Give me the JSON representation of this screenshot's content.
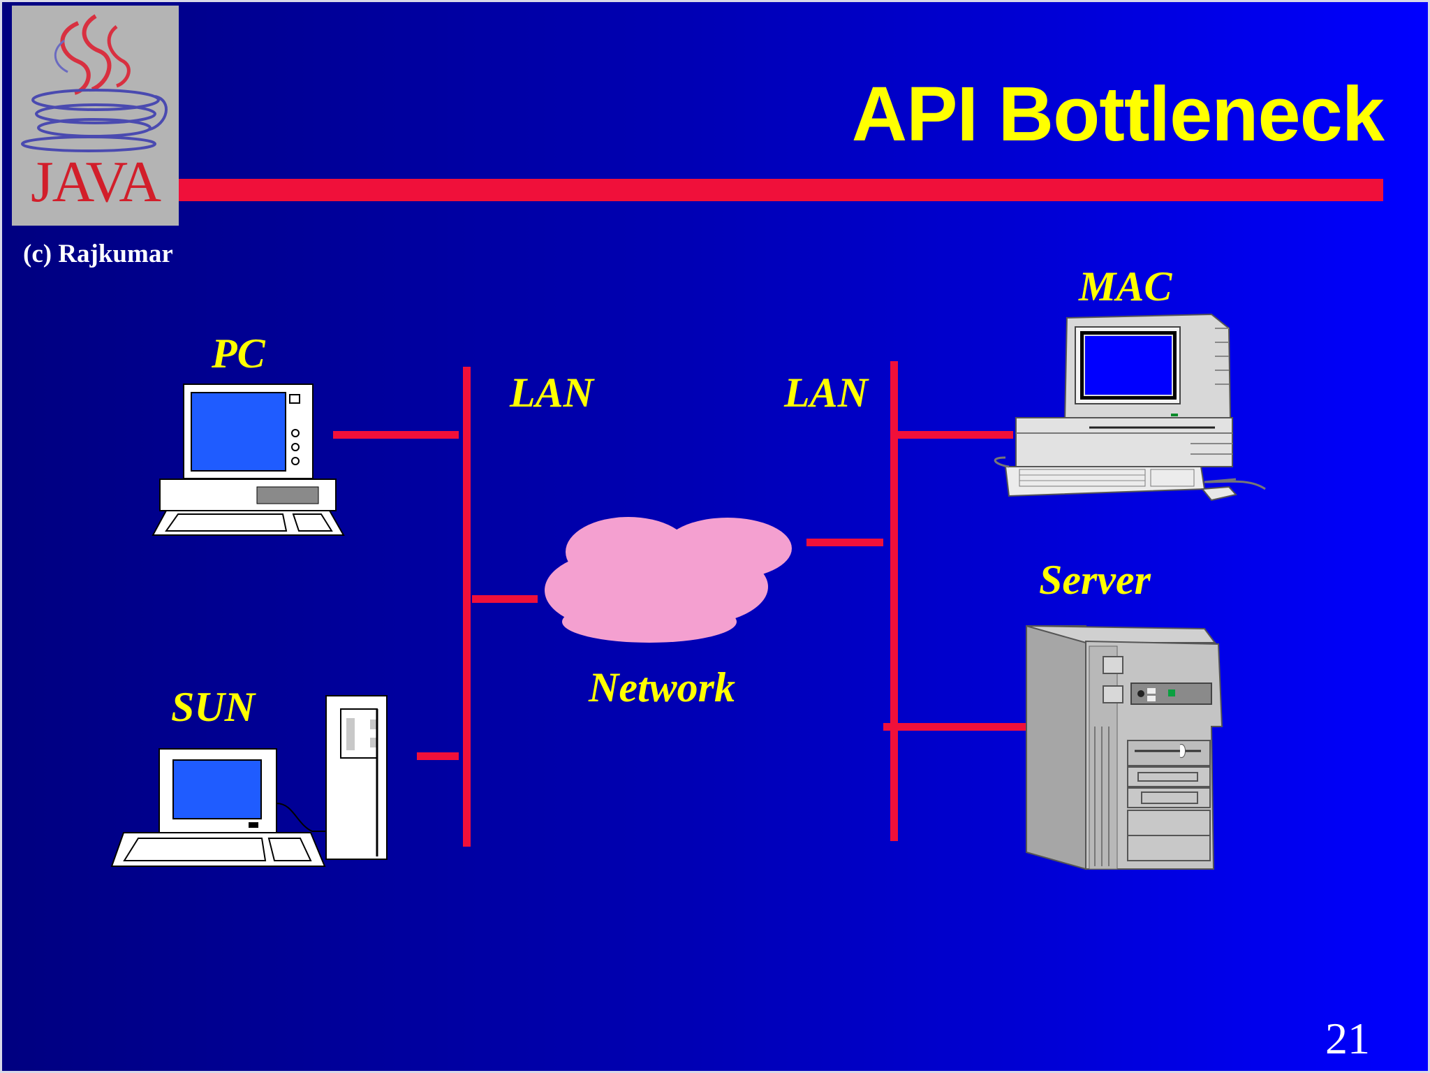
{
  "slide": {
    "title": "API Bottleneck",
    "copyright": "(c) Rajkumar",
    "page_number": "21",
    "logo_text": "JAVA"
  },
  "nodes": {
    "pc": "PC",
    "sun": "SUN",
    "mac": "MAC",
    "server": "Server",
    "network": "Network"
  },
  "segments": {
    "lan_left": "LAN",
    "lan_right": "LAN"
  },
  "colors": {
    "background_dark": "#000080",
    "background_light": "#0000ff",
    "title": "#ffff00",
    "accent_line": "#f0103a",
    "cloud": "#f4a0d0",
    "screen": "#1f5cff"
  },
  "icons": {
    "logo": "java-coffee-cup-logo",
    "pc": "desktop-computer-icon",
    "sun": "workstation-icon",
    "mac": "mac-computer-icon",
    "server": "tower-server-icon",
    "network": "cloud-icon"
  }
}
